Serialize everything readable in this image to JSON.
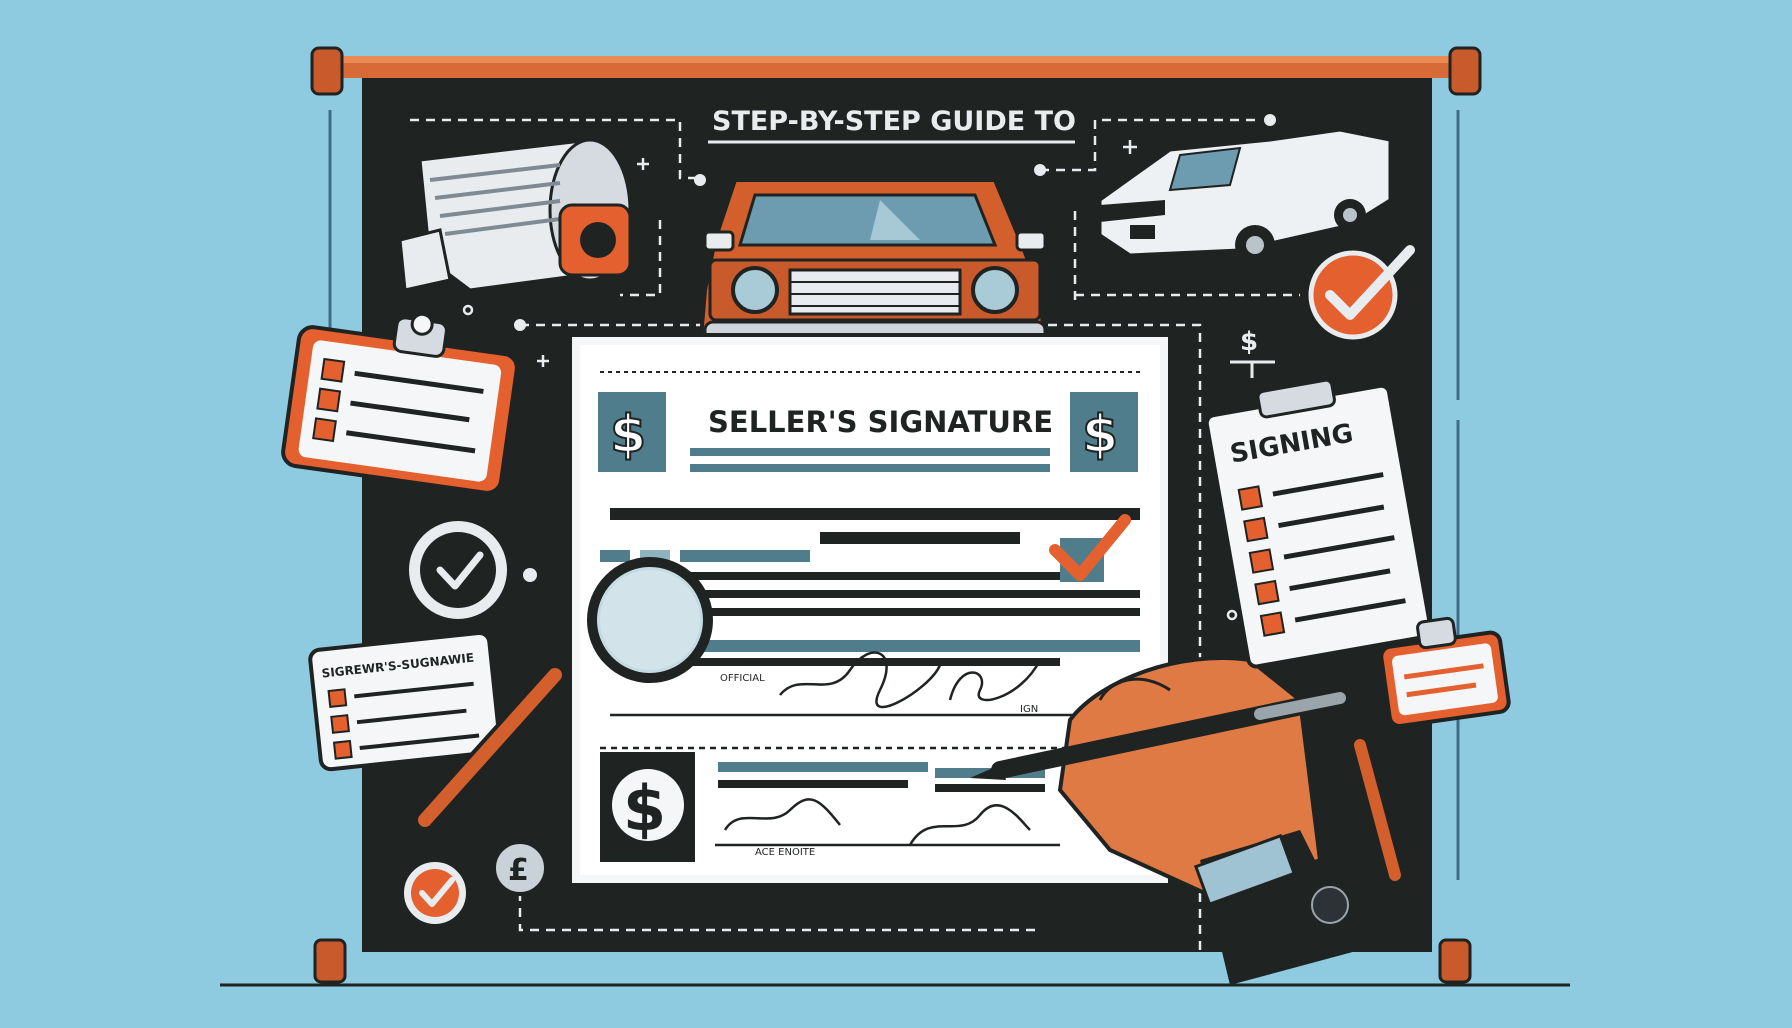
{
  "banner": {
    "header_text": "STEP-BY-STEP GUIDE TO"
  },
  "document": {
    "title": "SELLER'S SIGNATURE",
    "label_small_1": "OFFICIAL",
    "label_small_2": "IGN",
    "label_small_3": "ACE ENOITE"
  },
  "right_clipboard": {
    "title": "SIGNING",
    "checked_items": 5
  },
  "left_card": {
    "title": "SIGREWR'S-SUGNAWIE",
    "checked_items": 3
  },
  "colors": {
    "background": "#8ecbe1",
    "board": "#1f2322",
    "accent": "#e5602f",
    "paper": "#f4f6f8",
    "teal": "#4f7d8c"
  }
}
